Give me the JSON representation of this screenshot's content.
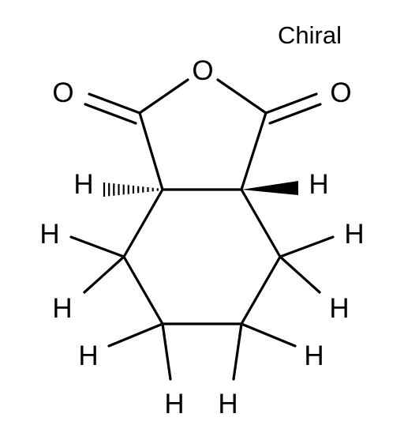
{
  "label": "Chiral",
  "atoms": {
    "O_ring": "O",
    "O_left": "O",
    "O_right": "O",
    "H": "H"
  },
  "colors": {
    "ink": "#000000",
    "background": "#ffffff"
  }
}
